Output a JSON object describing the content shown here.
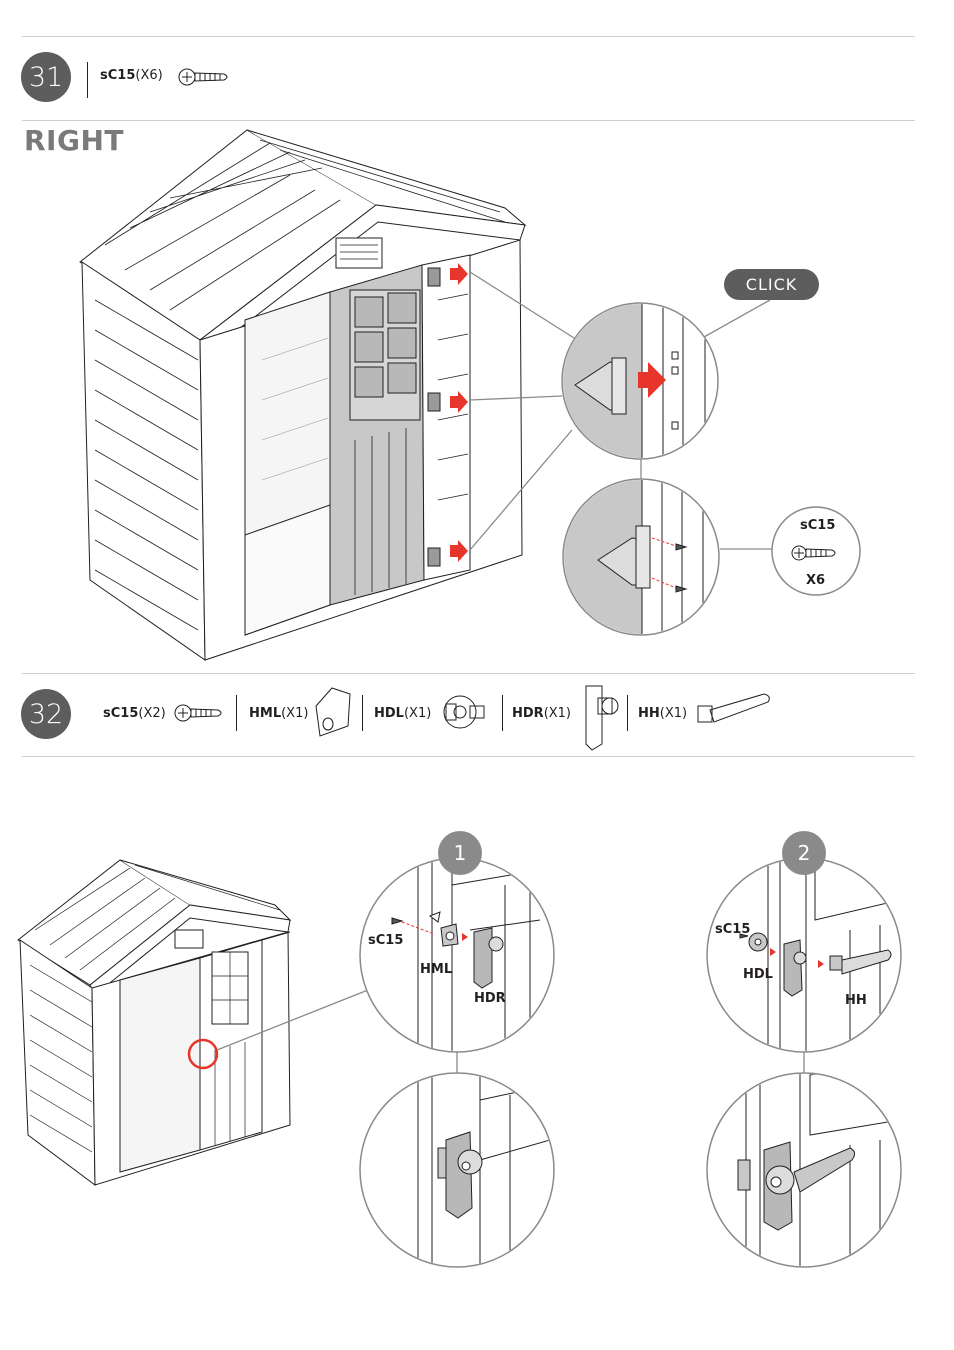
{
  "step31": {
    "number": "31",
    "parts": [
      {
        "code": "sC15",
        "qty": "(X6)"
      }
    ],
    "title": "RIGHT",
    "click_label": "CLICK",
    "callout_code": "sC15",
    "callout_qty": "X6"
  },
  "step32": {
    "number": "32",
    "parts": [
      {
        "code": "sC15",
        "qty": "(X2)"
      },
      {
        "code": "HML",
        "qty": "(X1)"
      },
      {
        "code": "HDL",
        "qty": "(X1)"
      },
      {
        "code": "HDR",
        "qty": "(X1)"
      },
      {
        "code": "HH",
        "qty": "(X1)"
      }
    ],
    "sub1": {
      "badge": "1",
      "labels": {
        "screw": "sC15",
        "hml": "HML",
        "hdr": "HDR"
      }
    },
    "sub2": {
      "badge": "2",
      "labels": {
        "screw": "sC15",
        "hdl": "HDL",
        "hh": "HH"
      }
    }
  },
  "colors": {
    "badge_dark": "#5d5d5d",
    "badge_light": "#8a8a8a",
    "arrow_red": "#e8352b",
    "panel_gray": "#c8c8c8",
    "line": "#231f20"
  },
  "icons": [
    "screw-icon",
    "shed-illustration",
    "hinge-detail",
    "latch-plate-icon",
    "door-latch-icon",
    "door-handle-icon"
  ]
}
